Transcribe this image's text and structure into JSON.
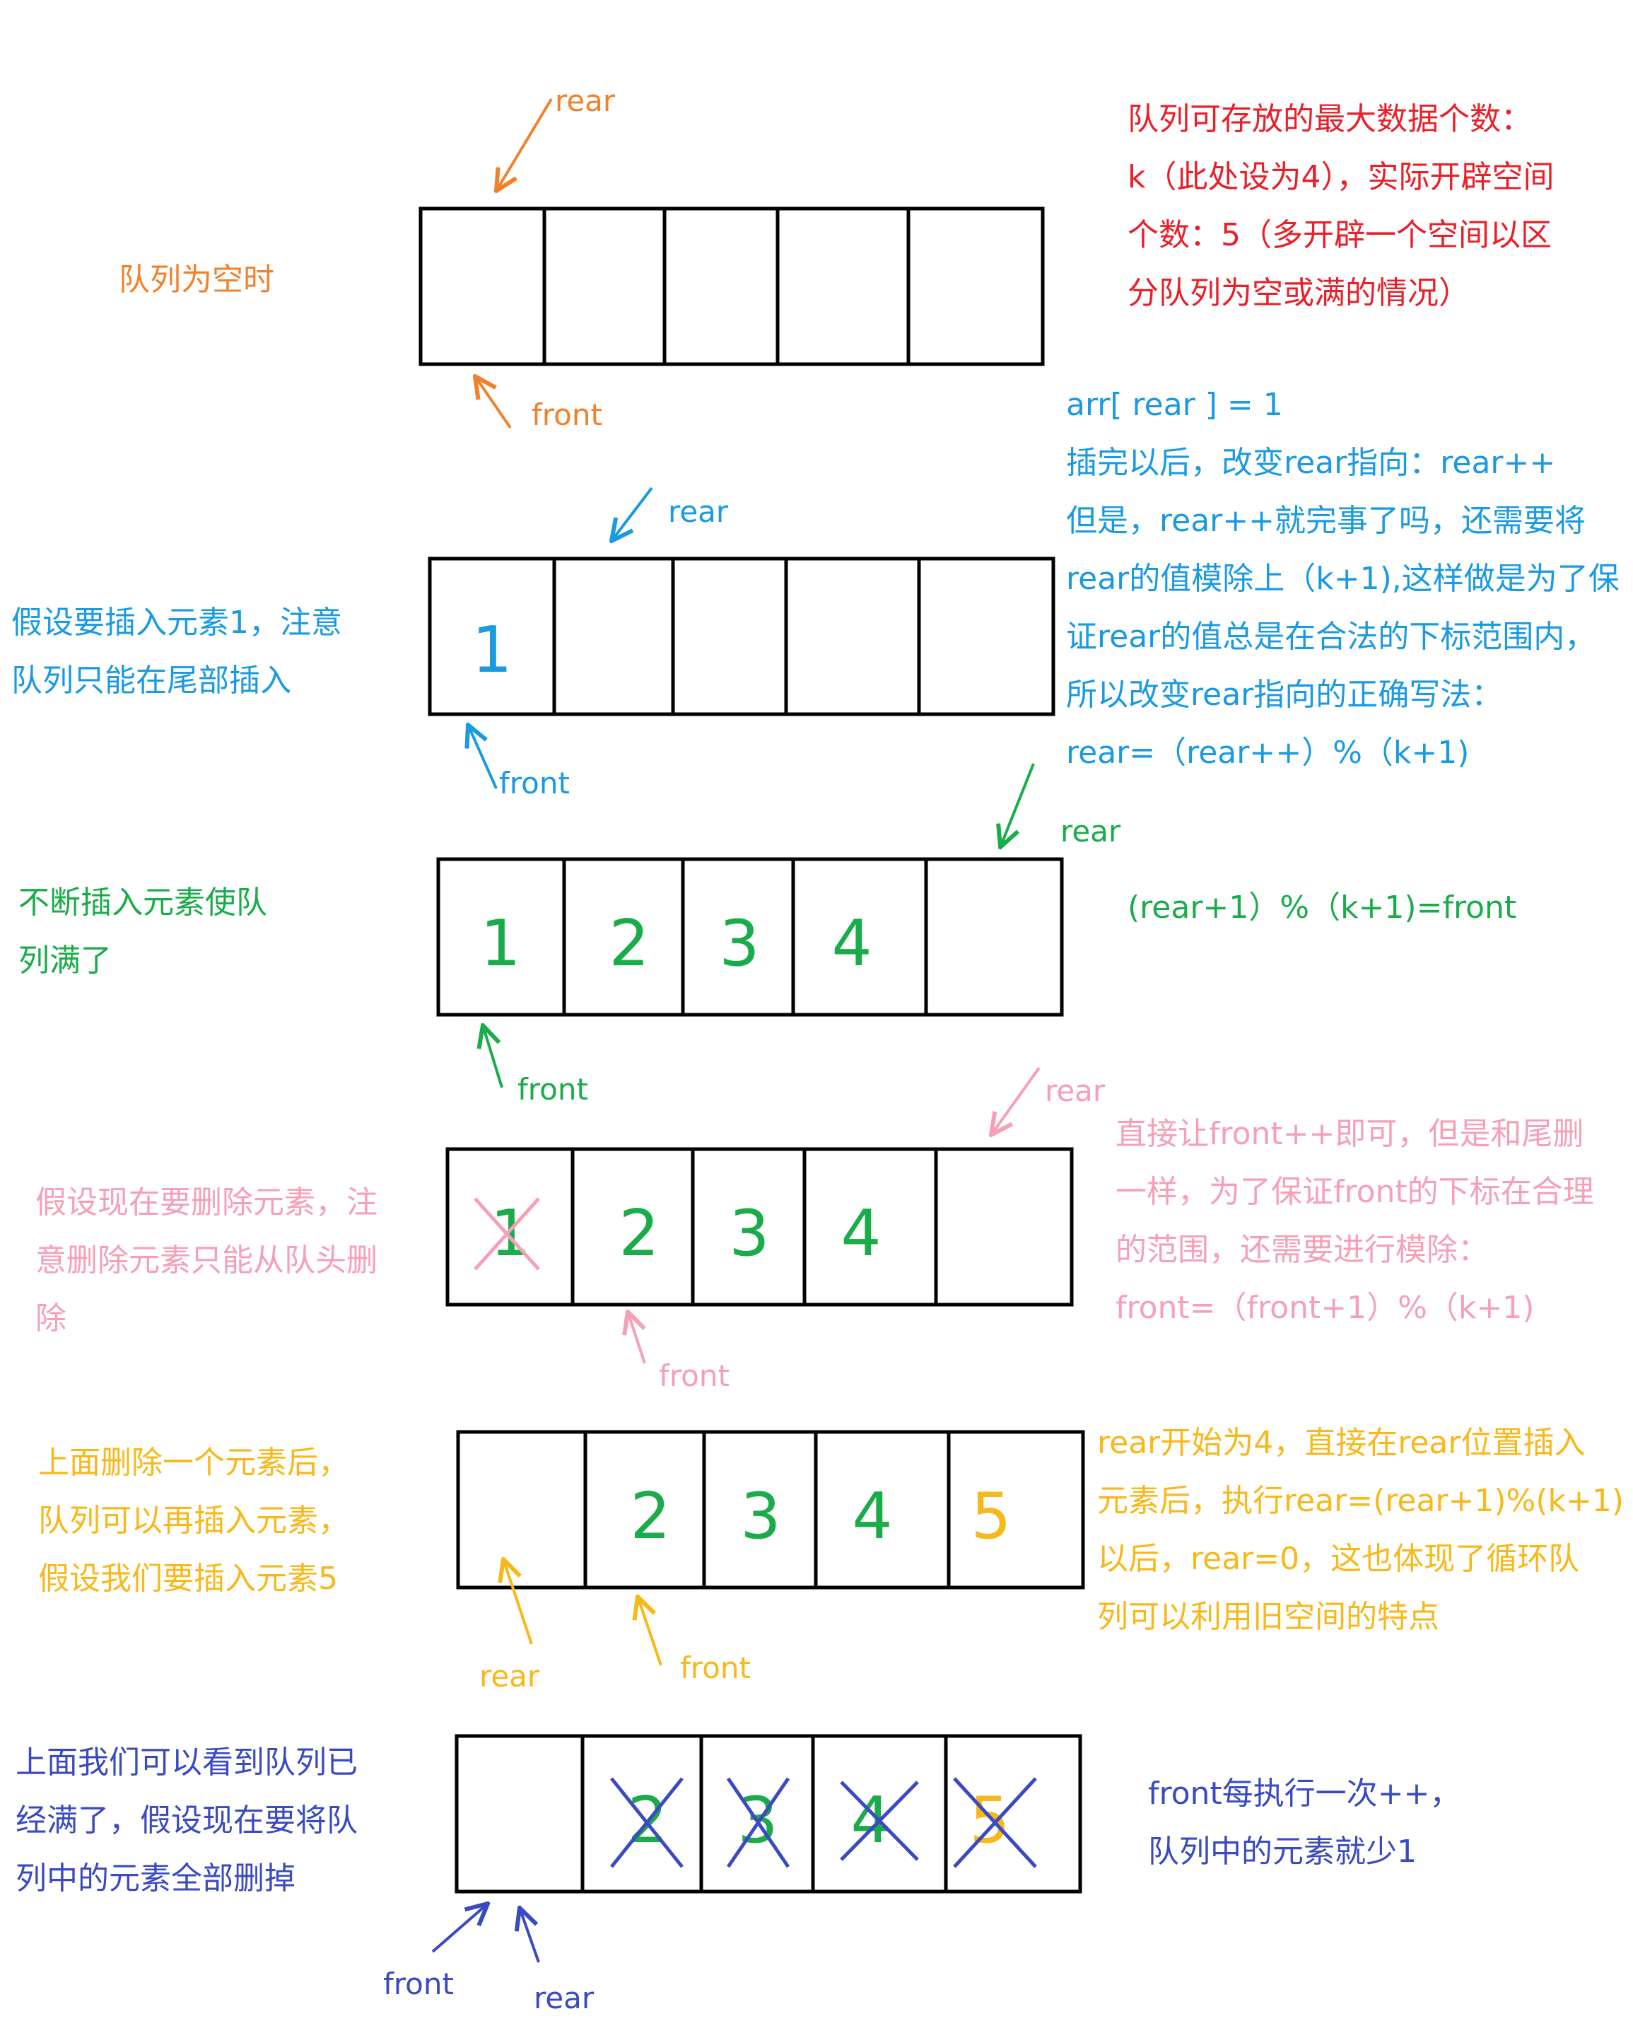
{
  "colors": {
    "orange": "#f0822e",
    "red": "#e8202a",
    "blue": "#1a9ae0",
    "green": "#1aac4a",
    "pink": "#f5a0b8",
    "yellow": "#f7b81a",
    "indigo": "#3a4ac0",
    "box": "#000000"
  },
  "step1": {
    "caption": "队列为空时",
    "rear": "rear",
    "front": "front",
    "note": [
      "队列可存放的最大数据个数：",
      "k（此处设为4），实际开辟空间",
      "个数：5（多开辟一个空间以区",
      "分队列为空或满的情况）"
    ],
    "cells": [
      "",
      "",
      "",
      "",
      ""
    ]
  },
  "step2": {
    "caption": [
      "假设要插入元素1，注意",
      "队列只能在尾部插入"
    ],
    "rear": "rear",
    "front": "front",
    "note": [
      "arr[ rear ] = 1",
      "插完以后，改变rear指向：rear++",
      "但是，rear++就完事了吗，还需要将",
      "rear的值模除上（k+1),这样做是为了保",
      "证rear的值总是在合法的下标范围内，",
      "所以改变rear指向的正确写法：",
      "rear=（rear++）%（k+1)"
    ],
    "cells": [
      "1",
      "",
      "",
      "",
      ""
    ]
  },
  "step3": {
    "caption": [
      "不断插入元素使队",
      "列满了"
    ],
    "rear": "rear",
    "front": "front",
    "note": "(rear+1）%（k+1)=front",
    "cells": [
      "1",
      "2",
      "3",
      "4",
      ""
    ]
  },
  "step4": {
    "caption": [
      "假设现在要删除元素，注",
      "意删除元素只能从队头删",
      "除"
    ],
    "rear": "rear",
    "front": "front",
    "note": [
      "直接让front++即可，但是和尾删",
      "一样，为了保证front的下标在合理",
      "的范围，还需要进行模除：",
      "front=（front+1）%（k+1)"
    ],
    "cells": [
      "1",
      "2",
      "3",
      "4",
      ""
    ]
  },
  "step5": {
    "caption": [
      "上面删除一个元素后，",
      "队列可以再插入元素，",
      "假设我们要插入元素5"
    ],
    "rear": "rear",
    "front": "front",
    "note": [
      "rear开始为4，直接在rear位置插入",
      "元素后，执行rear=(rear+1)%(k+1)",
      "以后，rear=0，这也体现了循环队",
      "列可以利用旧空间的特点"
    ],
    "cells": [
      "",
      "2",
      "3",
      "4",
      "5"
    ]
  },
  "step6": {
    "caption": [
      "上面我们可以看到队列已",
      "经满了，假设现在要将队",
      "列中的元素全部删掉"
    ],
    "rear": "rear",
    "front": "front",
    "note": [
      "front每执行一次++，",
      "队列中的元素就少1"
    ],
    "cells": [
      "",
      "2",
      "3",
      "4",
      "5"
    ]
  }
}
